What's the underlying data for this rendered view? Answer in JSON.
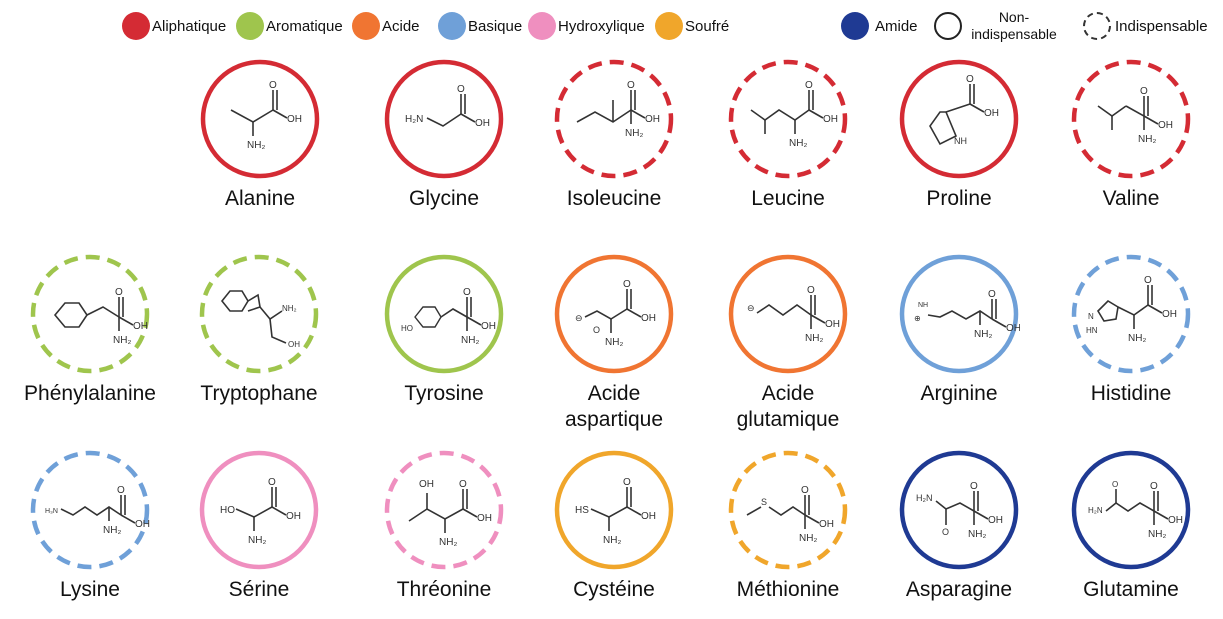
{
  "legend": {
    "categories": [
      {
        "key": "aliphatique",
        "label": "Aliphatique",
        "color": "#d42b34"
      },
      {
        "key": "aromatique",
        "label": "Aromatique",
        "color": "#9fc54d"
      },
      {
        "key": "acide",
        "label": "Acide",
        "color": "#f07532"
      },
      {
        "key": "basique",
        "label": "Basique",
        "color": "#6fa0d8"
      },
      {
        "key": "hydroxylique",
        "label": "Hydroxylique",
        "color": "#ef8fbf"
      },
      {
        "key": "soufre",
        "label": "Soufré",
        "color": "#f0a62b"
      },
      {
        "key": "amide",
        "label": "Amide",
        "color": "#1f3a93"
      }
    ],
    "non_essential_label": "Non-indispensable",
    "essential_label": "Indispensable"
  },
  "amino_acids": [
    {
      "name": "Alanine",
      "category": "aliphatique",
      "essential": false,
      "molecule": "alanine"
    },
    {
      "name": "Glycine",
      "category": "aliphatique",
      "essential": false,
      "molecule": "glycine"
    },
    {
      "name": "Isoleucine",
      "category": "aliphatique",
      "essential": true,
      "molecule": "isoleucine"
    },
    {
      "name": "Leucine",
      "category": "aliphatique",
      "essential": true,
      "molecule": "leucine"
    },
    {
      "name": "Proline",
      "category": "aliphatique",
      "essential": false,
      "molecule": "proline"
    },
    {
      "name": "Valine",
      "category": "aliphatique",
      "essential": true,
      "molecule": "valine"
    },
    {
      "name": "Phénylalanine",
      "category": "aromatique",
      "essential": true,
      "molecule": "phenylalanine"
    },
    {
      "name": "Tryptophane",
      "category": "aromatique",
      "essential": true,
      "molecule": "tryptophan"
    },
    {
      "name": "Tyrosine",
      "category": "aromatique",
      "essential": false,
      "molecule": "tyrosine"
    },
    {
      "name": "Acide aspartique",
      "category": "acide",
      "essential": false,
      "molecule": "aspartate"
    },
    {
      "name": "Acide glutamique",
      "category": "acide",
      "essential": false,
      "molecule": "glutamate"
    },
    {
      "name": "Arginine",
      "category": "basique",
      "essential": false,
      "molecule": "arginine"
    },
    {
      "name": "Histidine",
      "category": "basique",
      "essential": true,
      "molecule": "histidine"
    },
    {
      "name": "Lysine",
      "category": "basique",
      "essential": true,
      "molecule": "lysine"
    },
    {
      "name": "Sérine",
      "category": "hydroxylique",
      "essential": false,
      "molecule": "serine"
    },
    {
      "name": "Thréonine",
      "category": "hydroxylique",
      "essential": true,
      "molecule": "threonine"
    },
    {
      "name": "Cystéine",
      "category": "soufre",
      "essential": false,
      "molecule": "cysteine"
    },
    {
      "name": "Méthionine",
      "category": "soufre",
      "essential": true,
      "molecule": "methionine"
    },
    {
      "name": "Asparagine",
      "category": "amide",
      "essential": false,
      "molecule": "asparagine"
    },
    {
      "name": "Glutamine",
      "category": "amide",
      "essential": false,
      "molecule": "glutamine"
    }
  ]
}
